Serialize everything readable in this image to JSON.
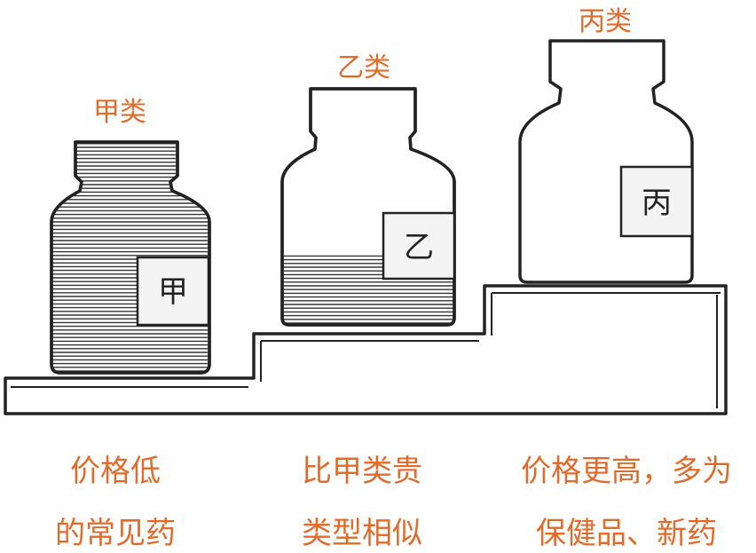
{
  "colors": {
    "accent": "#e06b2a",
    "ink": "#222222",
    "background": "#ffffff"
  },
  "bottles": [
    {
      "category": "甲类",
      "label": "甲",
      "fill_level": 1.0,
      "description": [
        "价格低",
        "的常见药"
      ]
    },
    {
      "category": "乙类",
      "label": "乙",
      "fill_level": 0.3,
      "description": [
        "比甲类贵",
        "类型相似"
      ]
    },
    {
      "category": "丙类",
      "label": "丙",
      "fill_level": 0.0,
      "description": [
        "价格更高，多为",
        "保健品、新药"
      ]
    }
  ]
}
